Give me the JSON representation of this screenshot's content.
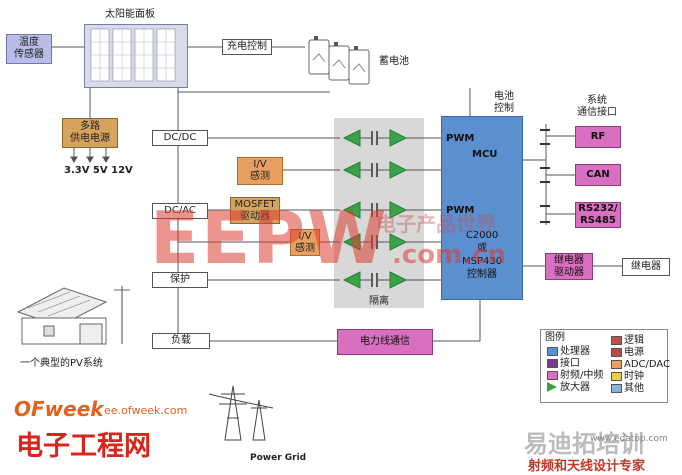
{
  "title": {
    "solar_panel": "太阳能面板",
    "temp_sensor": "温度\n传感器",
    "charge_control": "充电控制",
    "battery": "蓄电池",
    "battery_control": "电池\n控制",
    "multi_power": "多路\n供电电源",
    "voltages": "3.3V 5V 12V",
    "dcdc": "DC/DC",
    "iv_sense_1": "I/V\n感测",
    "dcac": "DC/AC",
    "mosfet_driver": "MOSFET\n驱动器",
    "iv_sense_2": "I/V\n感测",
    "protect": "保护",
    "load": "负载",
    "isolation": "隔离",
    "pv_system": "一个典型的PV系统",
    "power_line_comm": "电力线通信",
    "power_grid": "Power Grid",
    "sys_comm_if": "系统\n通信接口",
    "rf": "RF",
    "can": "CAN",
    "rs": "RS232/\nRS485",
    "relay_driver": "继电器\n驱动器",
    "relay": "继电器"
  },
  "mcu": {
    "pwm1": "PWM",
    "mcu": "MCU",
    "pwm2": "PWM",
    "chip": "C2000\n或\nMSP430\n控制器"
  },
  "legend": {
    "title": "图例",
    "items": [
      {
        "label": "处理器",
        "color": "#5b8fd0"
      },
      {
        "label": "逻辑",
        "color": "#c0504d"
      },
      {
        "label": "接口",
        "color": "#7a3b8e"
      },
      {
        "label": "电源",
        "color": "#b84a4a"
      },
      {
        "label": "射频/中频",
        "color": "#d96fc0"
      },
      {
        "label": "ADC/DAC",
        "color": "#e8a060"
      },
      {
        "label": "放大器",
        "color": "#3aa34a"
      },
      {
        "label": "时钟",
        "color": "#e8d04a"
      },
      {
        "label": "其他",
        "color": "#8ab0e0"
      }
    ]
  },
  "watermarks": {
    "eepw": "EEPW",
    "com": ".com.cn",
    "cn_chars": "电子产品世界",
    "ofweek": "OFweek",
    "ofweek_url": "ee.ofweek.com",
    "ofweek_cn": "电子工程网",
    "right_cn": "易迪拓培训",
    "right_url": "www.edatop.com",
    "right_sub": "射频和天线设计专家"
  }
}
